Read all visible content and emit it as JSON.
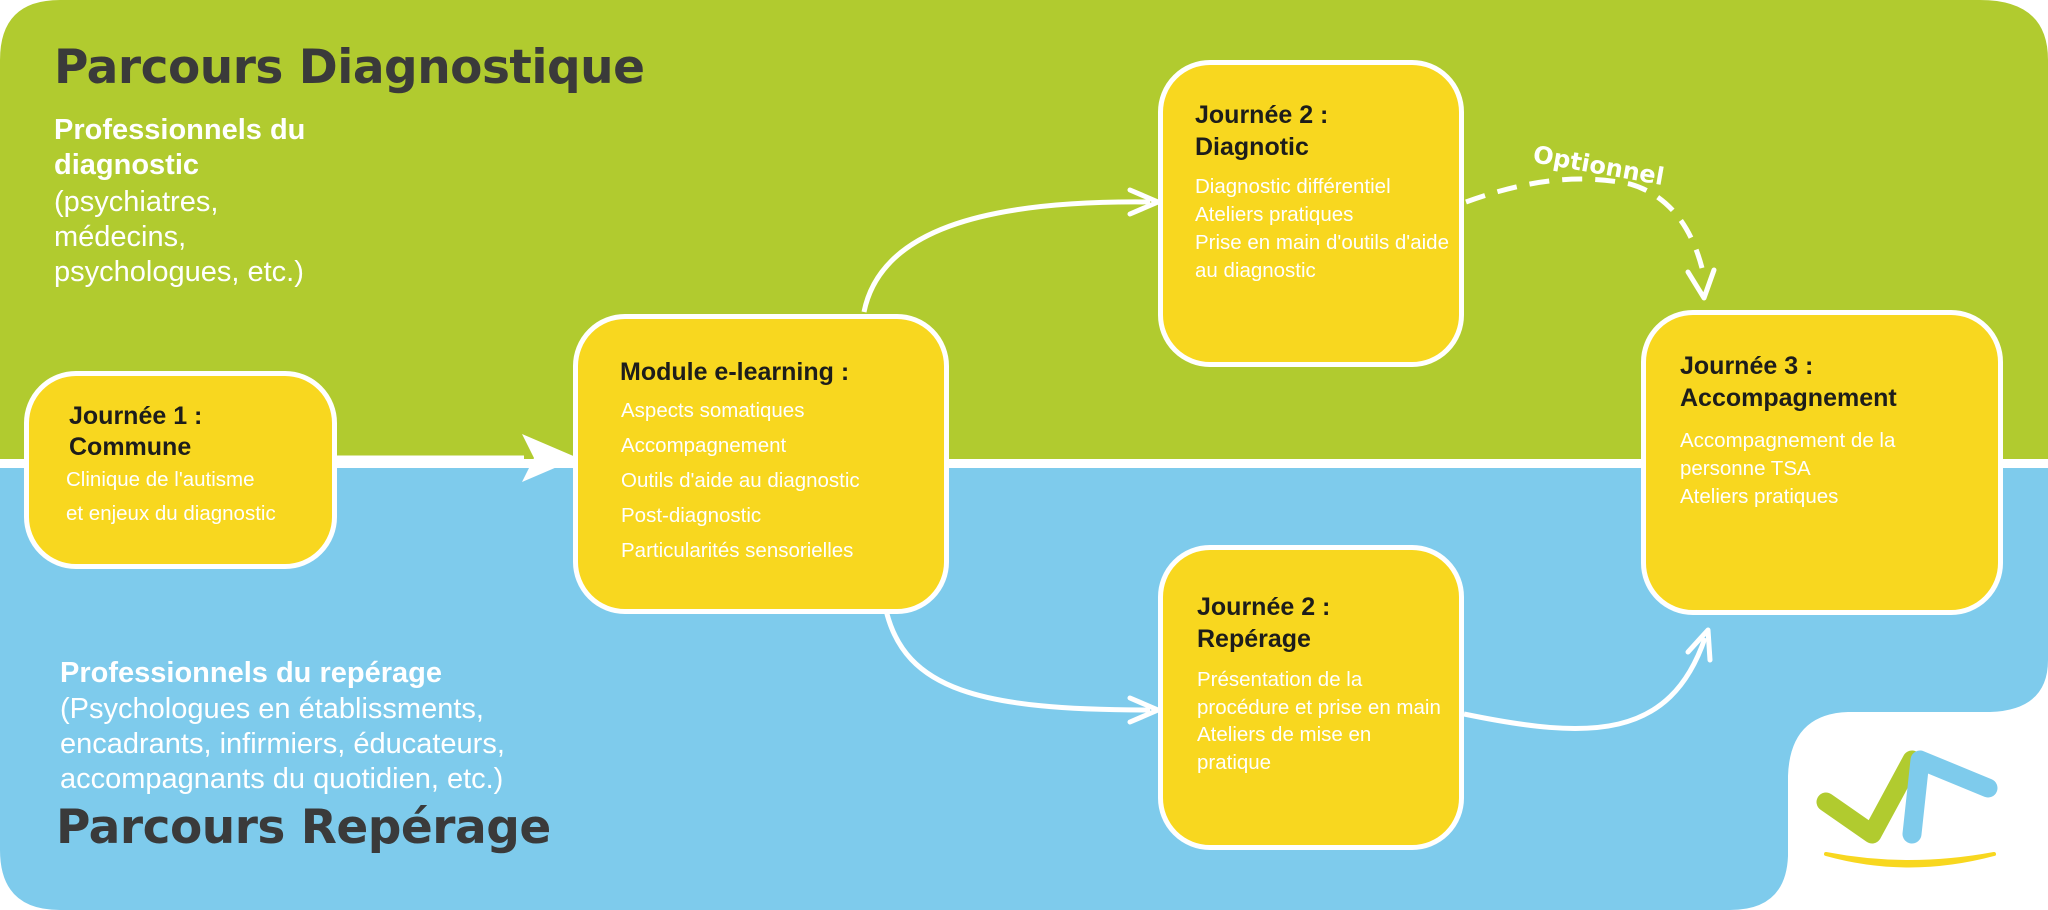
{
  "colors": {
    "top_band": "#b1cb2f",
    "bottom_band": "#7ecbec",
    "box_fill": "#f8d71f",
    "box_border": "#ffffff",
    "title_text": "#3a3a3a",
    "box_title_text": "#1d1d1b",
    "body_text": "#ffffff",
    "logo_green": "#b1cb2f",
    "logo_blue": "#7ecbec",
    "logo_yellow": "#f8d71f"
  },
  "diagnostic_track": {
    "title": "Parcours Diagnostique",
    "audience_title": "Professionnels du diagnostic",
    "audience_detail": "(psychiatres, médecins, psychologues, etc.)"
  },
  "reperage_track": {
    "title": "Parcours Repérage",
    "audience_title": "Professionnels du repérage",
    "audience_detail": "(Psychologues en établissments, encadrants, infirmiers, éducateurs, accompagnants du quotidien, etc.)"
  },
  "boxes": {
    "day1": {
      "title": [
        "Journée 1 :",
        "Commune"
      ],
      "lines": [
        "Clinique de l'autisme",
        "et enjeux du diagnostic"
      ]
    },
    "elearning": {
      "title": [
        "Module e-learning :"
      ],
      "lines": [
        "Aspects somatiques",
        "Accompagnement",
        "Outils d'aide au diagnostic",
        "Post-diagnostic",
        "Particularités sensorielles"
      ]
    },
    "day2_diagnostic": {
      "title": [
        "Journée 2 :",
        "Diagnotic"
      ],
      "lines": [
        "Diagnostic différentiel",
        "Ateliers pratiques",
        "Prise en main d'outils d'aide",
        "au diagnostic"
      ]
    },
    "day2_reperage": {
      "title": [
        "Journée 2 :",
        "Repérage"
      ],
      "lines": [
        "Présentation de la",
        "procédure et prise en main",
        "Ateliers de mise en",
        "pratique"
      ]
    },
    "day3": {
      "title": [
        "Journée 3 :",
        "Accompagnement"
      ],
      "lines": [
        "Accompagnement de la",
        "personne TSA",
        "Ateliers pratiques"
      ]
    }
  },
  "edges": [
    {
      "from": "day1",
      "to": "elearning",
      "style": "solid"
    },
    {
      "from": "elearning",
      "to": "day2_diagnostic",
      "style": "solid"
    },
    {
      "from": "elearning",
      "to": "day2_reperage",
      "style": "solid"
    },
    {
      "from": "day2_reperage",
      "to": "day3",
      "style": "solid"
    },
    {
      "from": "day2_diagnostic",
      "to": "day3",
      "style": "dashed",
      "label": "Optionnel"
    }
  ],
  "logo": {
    "icon": "vn-logo-icon"
  }
}
